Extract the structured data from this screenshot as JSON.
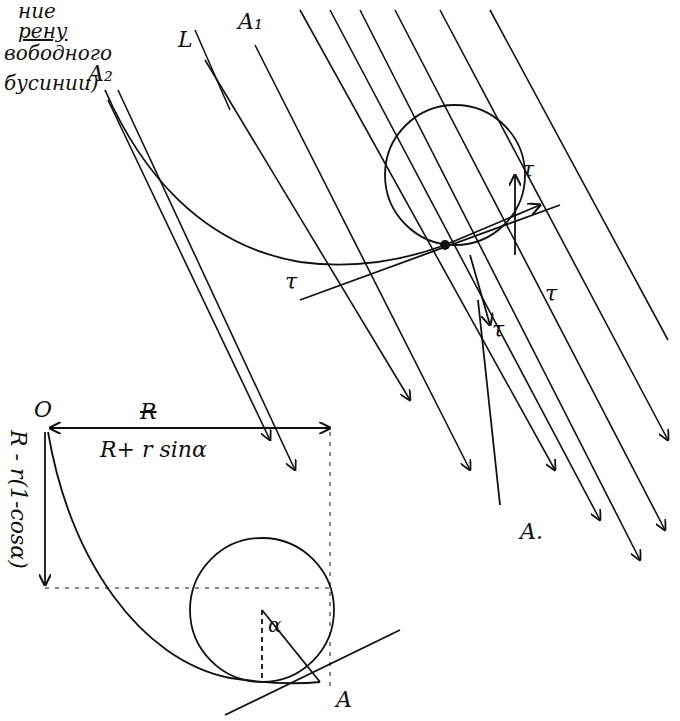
{
  "diagram": {
    "labels": [
      "ние",
      "рену",
      "вободного",
      "бусинии)",
      "A₂",
      "L",
      "A₁",
      "τ",
      "τ",
      "τ",
      "τ",
      "A.",
      "O",
      "R",
      "R+ r sinα",
      "R - r(1-cosα)",
      "α",
      "A"
    ]
  }
}
